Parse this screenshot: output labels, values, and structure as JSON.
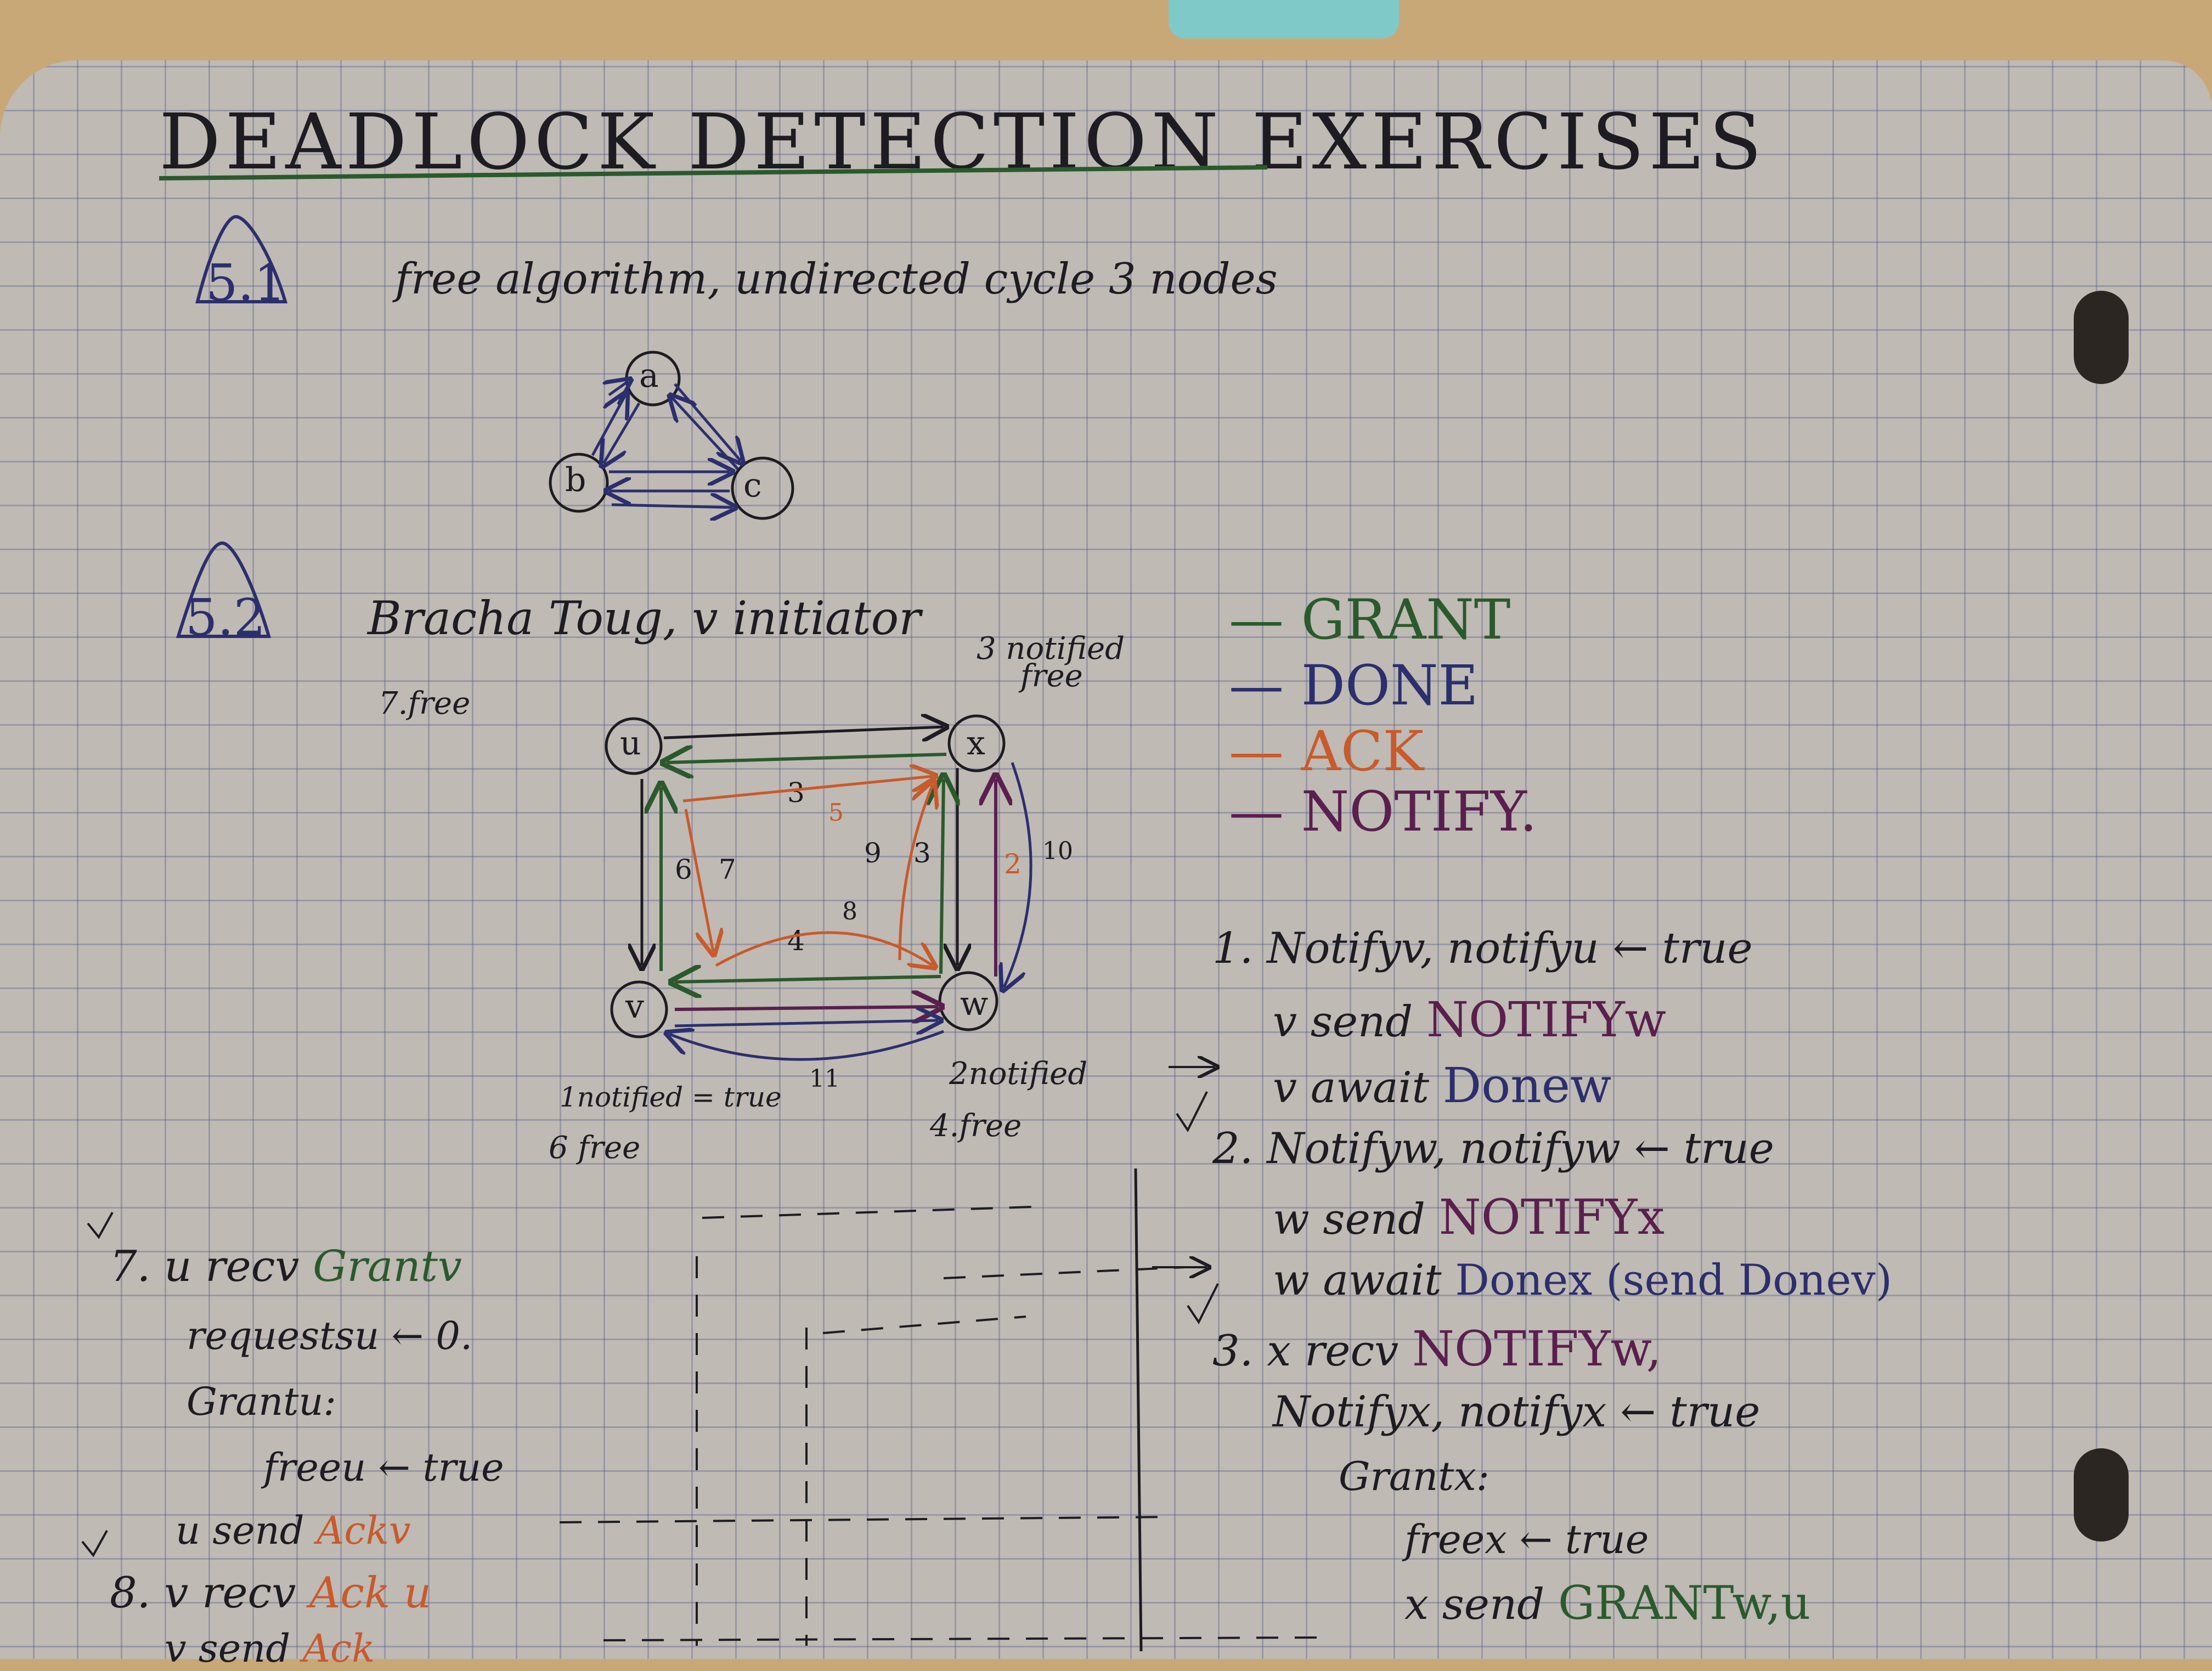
{
  "title": "DEADLOCK DETECTION EXERCISES",
  "exercise_1": {
    "number": "5.1",
    "description": "free algorithm, undirected cycle 3 nodes",
    "nodes": [
      "a",
      "b",
      "c"
    ]
  },
  "exercise_2": {
    "number": "5.2",
    "description": "Bracha Toug, v initiator",
    "nodes": [
      "u",
      "x",
      "v",
      "w"
    ],
    "annotations": {
      "u_note": "7.free",
      "x_note_1": "3 notified",
      "x_note_2": "free",
      "v_note_1": "1notified = true",
      "v_note_2": "6 free",
      "w_note_1": "2notified",
      "w_note_2": "4.free"
    },
    "edge_labels": [
      "3",
      "5",
      "6",
      "7",
      "9",
      "3",
      "8",
      "4",
      "2",
      "10",
      "11"
    ]
  },
  "legend": [
    {
      "label": "GRANT",
      "color": "#2a5a2c"
    },
    {
      "label": "DONE",
      "color": "#2b2f6e"
    },
    {
      "label": "ACK",
      "color": "#c85a2c"
    },
    {
      "label": "NOTIFY.",
      "color": "#5a1f4e"
    }
  ],
  "steps_right": [
    {
      "text": "1. Notifyv, notifyu ← true",
      "color": "#1d1c22"
    },
    {
      "text": "v send",
      "color": "#1d1c22",
      "tail": "NOTIFYw",
      "tail_color": "#5a1f4e"
    },
    {
      "text": "v await",
      "color": "#1d1c22",
      "tail": "Donew",
      "tail_color": "#2b2f6e"
    },
    {
      "text": "2. Notifyw, notifyw ← true",
      "color": "#1d1c22"
    },
    {
      "text": "w send",
      "color": "#1d1c22",
      "tail": "NOTIFYx",
      "tail_color": "#5a1f4e"
    },
    {
      "text": "w await",
      "color": "#1d1c22",
      "tail": "Donex (send Donev)",
      "tail_color": "#2b2f6e"
    },
    {
      "text": "3. x recv",
      "color": "#1d1c22",
      "tail": "NOTIFYw,",
      "tail_color": "#5a1f4e"
    },
    {
      "text": "Notifyx, notifyx ← true",
      "color": "#1d1c22"
    },
    {
      "text": "Grantx:",
      "color": "#1d1c22"
    },
    {
      "text": "freex ← true",
      "color": "#1d1c22"
    },
    {
      "text": "x send",
      "color": "#1d1c22",
      "tail": "GRANTw,u",
      "tail_color": "#2a5a2c"
    }
  ],
  "steps_left": [
    {
      "text": "7. u recv",
      "color": "#1d1c22",
      "tail": "Grantv",
      "tail_color": "#2a5a2c"
    },
    {
      "text": "requestsu ← 0.",
      "color": "#1d1c22"
    },
    {
      "text": "Grantu:",
      "color": "#1d1c22"
    },
    {
      "text": "freeu ← true",
      "color": "#1d1c22"
    },
    {
      "text": "u send",
      "color": "#1d1c22",
      "tail": "Ackv",
      "tail_color": "#c85a2c"
    },
    {
      "text": "8. v recv",
      "color": "#1d1c22",
      "tail": "Ack u",
      "tail_color": "#c85a2c"
    },
    {
      "text": "v send",
      "color": "#1d1c22",
      "tail": "Ack",
      "tail_color": "#c85a2c"
    }
  ]
}
